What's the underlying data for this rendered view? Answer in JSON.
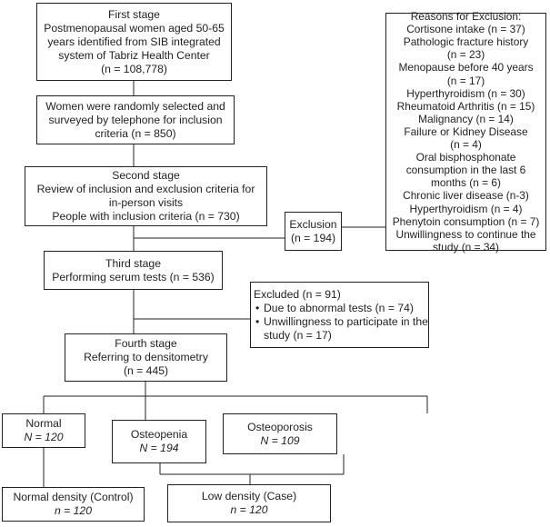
{
  "stage1": {
    "title": "First stage",
    "lines": [
      "Postmenopausal women aged 50-65",
      "years identified from SIB integrated",
      "system of Tabriz Health Center"
    ],
    "n": "(n = 108,778)"
  },
  "telephone": {
    "lines": [
      "Women were randomly selected and",
      "surveyed by telephone for inclusion",
      "criteria (n = 850)"
    ]
  },
  "stage2": {
    "title": "Second stage",
    "lines": [
      "Review of inclusion and exclusion criteria for",
      "in-person visits",
      "People with inclusion criteria (n = 730)"
    ]
  },
  "exclusion": {
    "label": "Exclusion",
    "n": "(n = 194)"
  },
  "reasons": {
    "title": "Reasons for Exclusion:",
    "items": [
      "Cortisone intake (n = 37)",
      "Pathologic fracture history",
      "(n = 23)",
      "Menopause before 40 years",
      "(n = 17)",
      "Hyperthyroidism (n = 30)",
      "Rheumatoid Arthritis (n = 15)",
      "Malignancy (n = 14)",
      "Failure or Kidney Disease",
      "(n = 4)",
      "Oral bisphosphonate",
      "consumption in the last 6",
      "months (n = 6)",
      "Chronic liver disease (n-3)",
      "Hyperthyroidism (n = 4)",
      "Phenytoin consumption (n = 7)",
      "Unwillingness to continue the",
      "study (n = 34)"
    ]
  },
  "stage3": {
    "title": "Third stage",
    "line": "Performing serum tests (n = 536)"
  },
  "excluded2": {
    "title": "Excluded (n = 91)",
    "bullet1": "Due to abnormal tests  (n = 74)",
    "bullet2a": "Unwillingness to participate in the",
    "bullet2b": "study (n = 17)"
  },
  "stage4": {
    "title": "Fourth stage",
    "line": "Referring to densitometry",
    "n": "(n = 445)"
  },
  "normal": {
    "label": "Normal",
    "n": "N = 120"
  },
  "osteopenia": {
    "label": "Osteopenia",
    "n": "N = 194"
  },
  "osteoporosis": {
    "label": "Osteoporosis",
    "n": "N = 109"
  },
  "normal_density": {
    "label": "Normal density (Control)",
    "n": "n = 120"
  },
  "low_density": {
    "label": "Low density (Case)",
    "n": "n = 120"
  }
}
